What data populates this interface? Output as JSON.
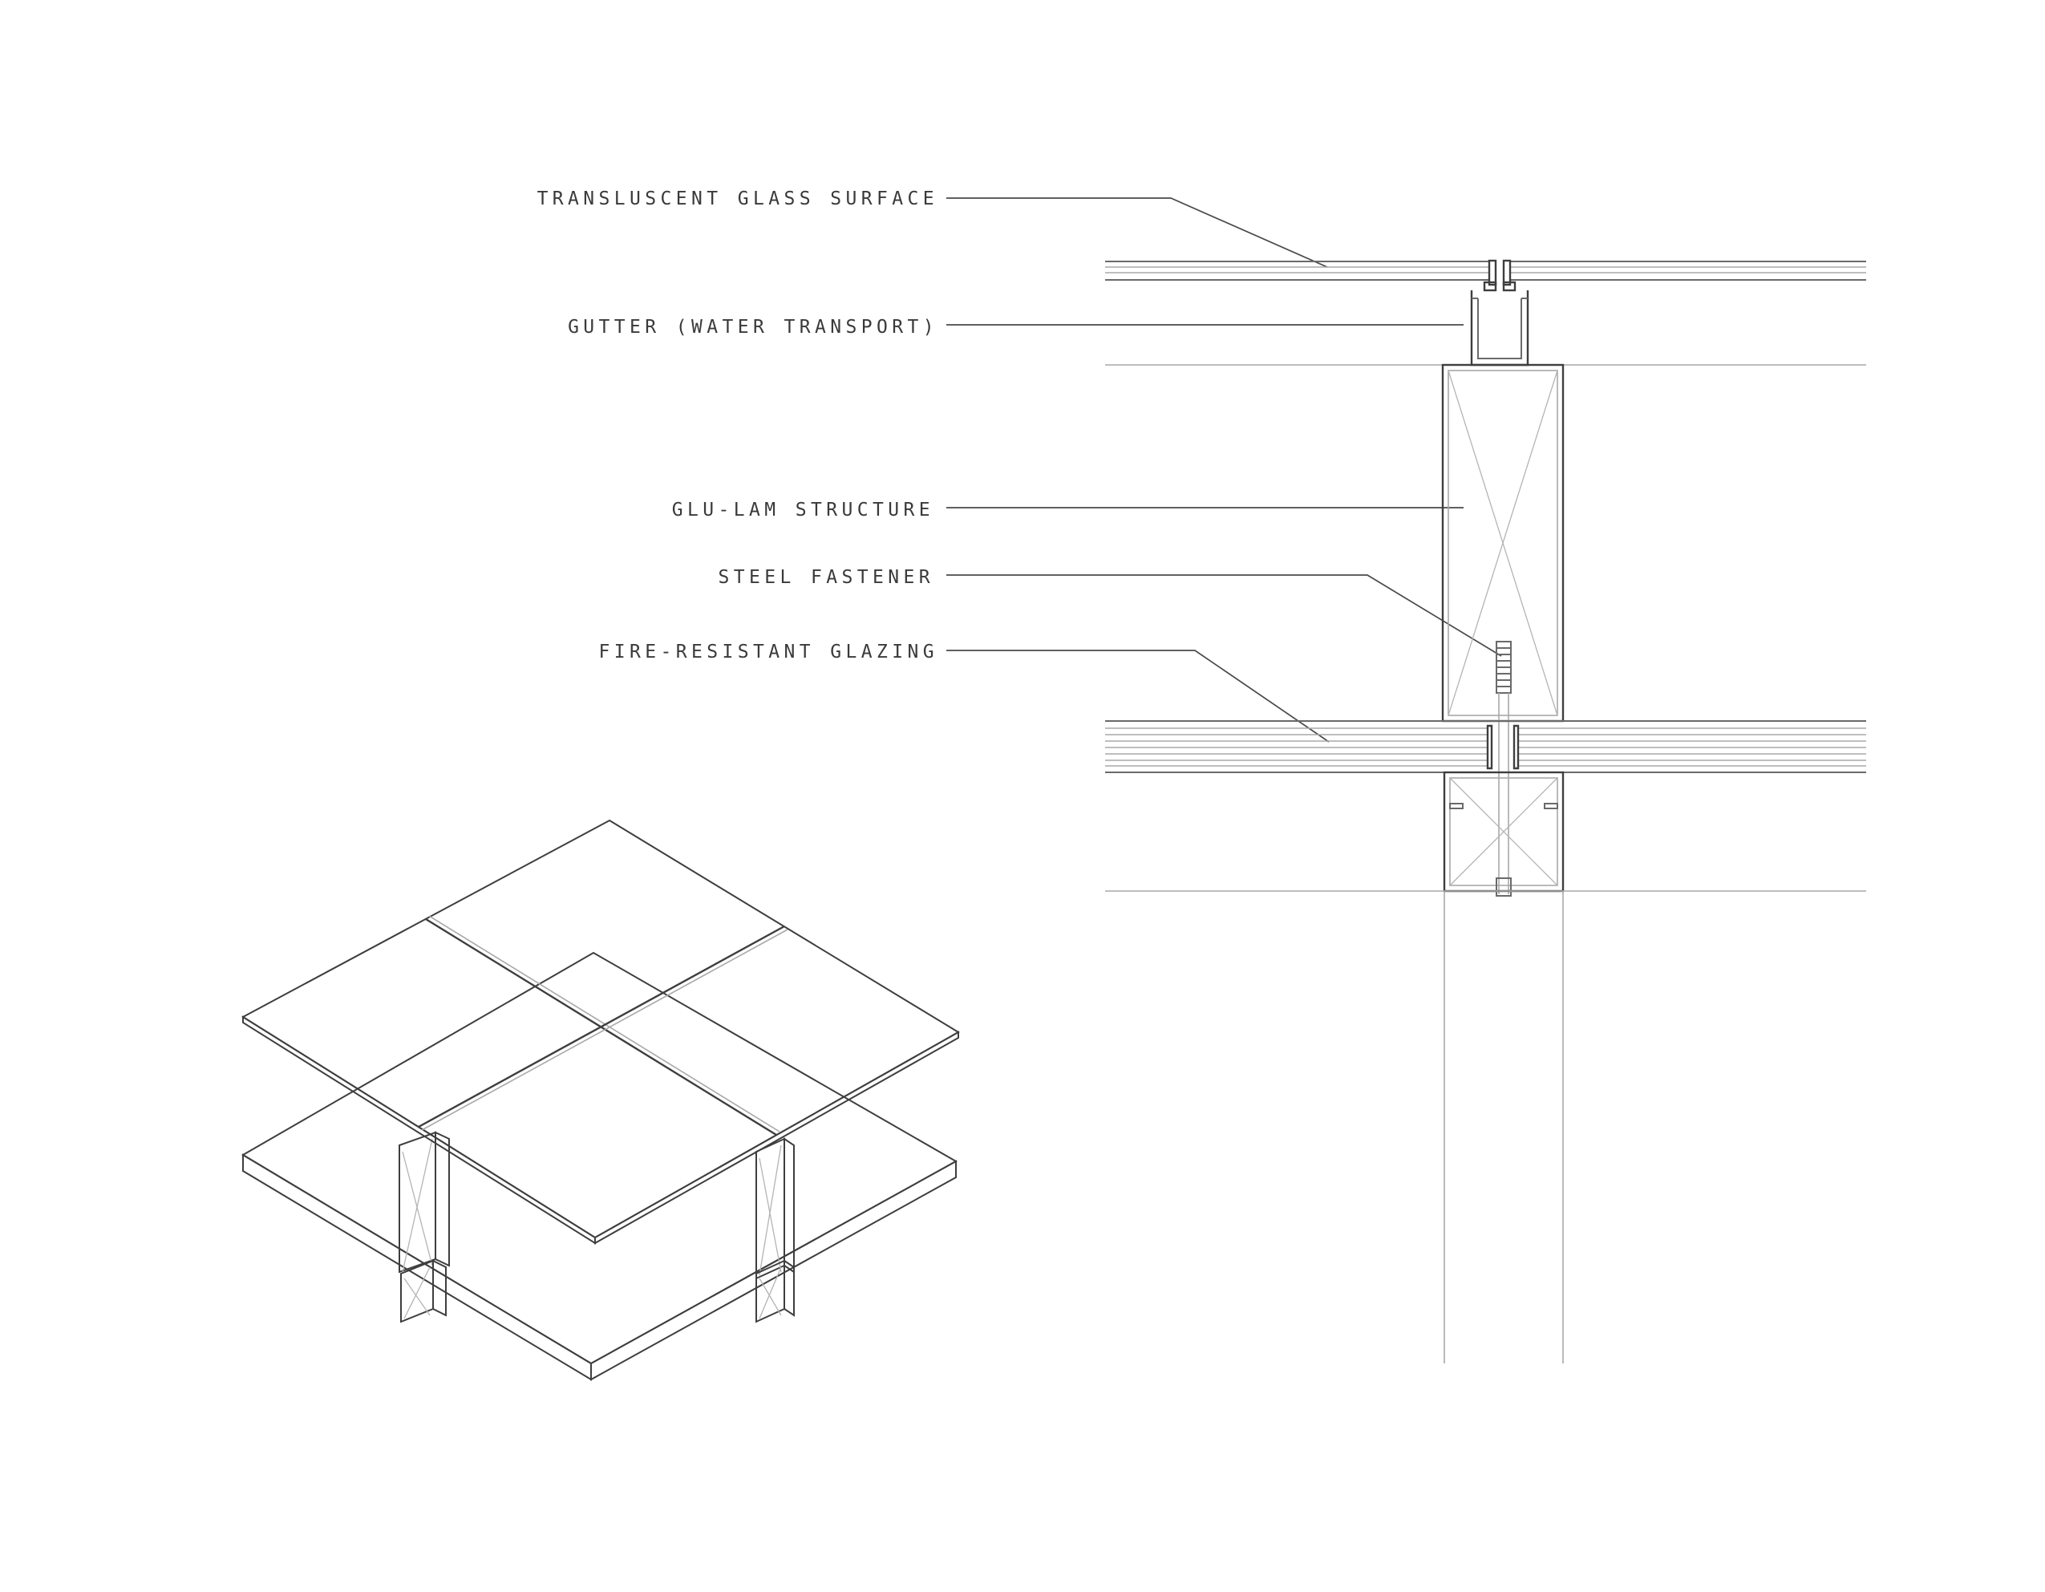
{
  "callouts": [
    {
      "id": "translucent-glass-surface",
      "label": "TRANSLUSCENT GLASS SURFACE"
    },
    {
      "id": "gutter",
      "label": "GUTTER (WATER TRANSPORT)"
    },
    {
      "id": "glu-lam-structure",
      "label": "GLU-LAM STRUCTURE"
    },
    {
      "id": "steel-fastener",
      "label": "STEEL FASTENER"
    },
    {
      "id": "fire-resistant-glazing",
      "label": "FIRE-RESISTANT GLAZING"
    }
  ]
}
